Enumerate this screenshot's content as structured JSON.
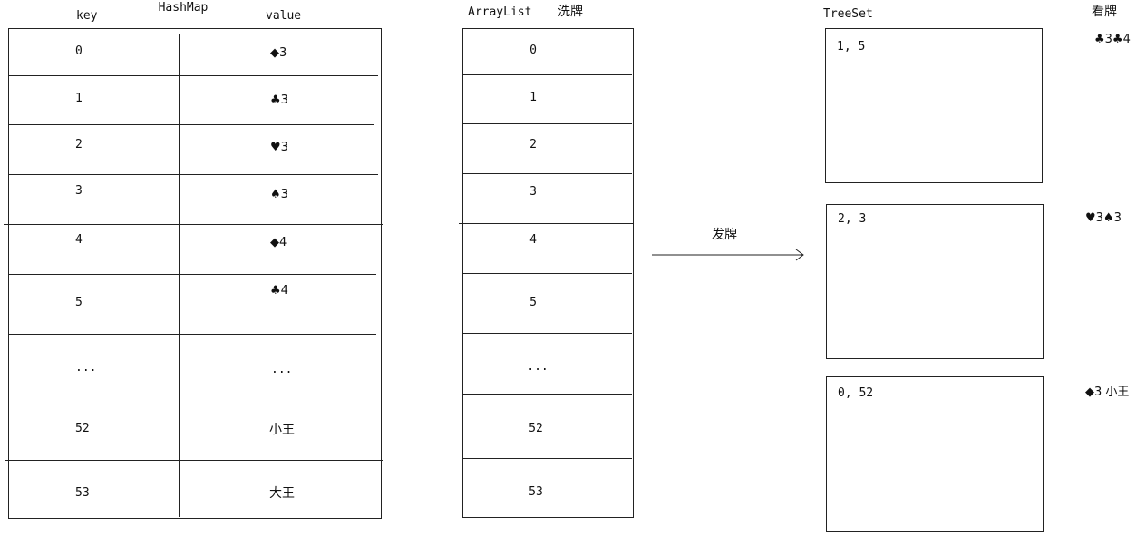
{
  "hashmap": {
    "title": "HashMap",
    "key_header": "key",
    "value_header": "value",
    "rows": [
      {
        "key": "0",
        "value": "◆3"
      },
      {
        "key": "1",
        "value": "♣3"
      },
      {
        "key": "2",
        "value": "♥3"
      },
      {
        "key": "3",
        "value": "♠3"
      },
      {
        "key": "4",
        "value": "◆4"
      },
      {
        "key": "5",
        "value": "♣4"
      },
      {
        "key": "...",
        "value": "..."
      },
      {
        "key": "52",
        "value": "小王"
      },
      {
        "key": "53",
        "value": "大王"
      }
    ]
  },
  "arraylist": {
    "title": "ArrayList",
    "action": "洗牌",
    "rows": [
      "0",
      "1",
      "2",
      "3",
      "4",
      "5",
      "...",
      "52",
      "53"
    ]
  },
  "deal": {
    "label": "发牌"
  },
  "treeset": {
    "title": "TreeSet",
    "view_label": "看牌",
    "players": [
      {
        "set": "1, 5",
        "cards": "♣3♣4"
      },
      {
        "set": "2, 3",
        "cards": "♥3♠3"
      },
      {
        "set": "0, 52",
        "cards": "◆3 小王"
      }
    ]
  }
}
